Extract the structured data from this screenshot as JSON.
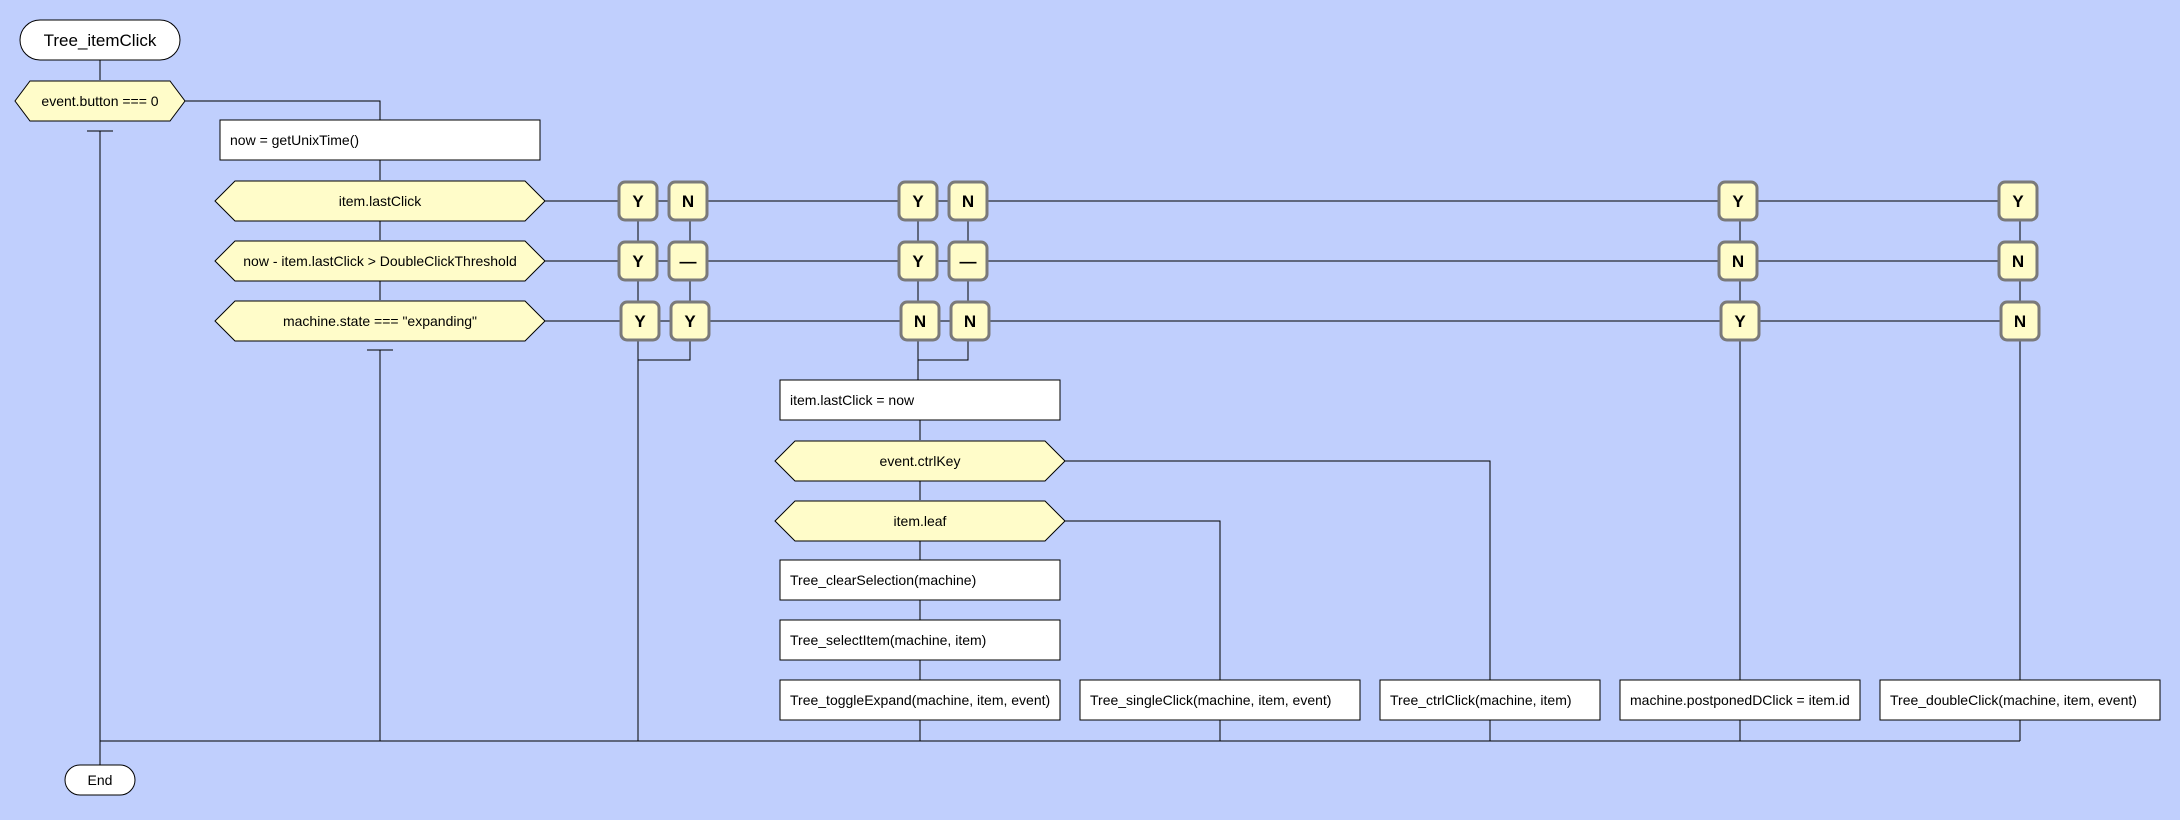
{
  "start": {
    "label": "Tree_itemClick"
  },
  "end": {
    "label": "End"
  },
  "top_condition": {
    "label": "event.button === 0"
  },
  "init_action": {
    "label": "now = getUnixTime()"
  },
  "table": {
    "conditions": [
      "item.lastClick",
      "now - item.lastClick >  DoubleClickThreshold",
      "machine.state === \"expanding\""
    ],
    "columns": [
      [
        "Y",
        "Y",
        "Y"
      ],
      [
        "N",
        "—",
        "Y"
      ],
      [
        "Y",
        "Y",
        "N"
      ],
      [
        "N",
        "—",
        "N"
      ],
      [
        "Y",
        "N",
        "Y"
      ],
      [
        "Y",
        "N",
        "N"
      ]
    ]
  },
  "branch": {
    "action": "item.lastClick = now",
    "cond_ctrl": "event.ctrlKey",
    "cond_leaf": "item.leaf",
    "seq": [
      "Tree_clearSelection(machine)",
      "Tree_selectItem(machine, item)",
      "Tree_toggleExpand(machine, item, event)"
    ],
    "single_click": "Tree_singleClick(machine, item, event)",
    "ctrl_click": "Tree_ctrlClick(machine, item)"
  },
  "postponed": "machine.postponedDClick = item.id",
  "double_click": "Tree_doubleClick(machine, item, event)",
  "colors": {
    "background": "#c0cffd",
    "condition_fill": "#fffcc9",
    "action_fill": "#ffffff",
    "line": "#000000",
    "cell_border": "#7a7a7a"
  }
}
